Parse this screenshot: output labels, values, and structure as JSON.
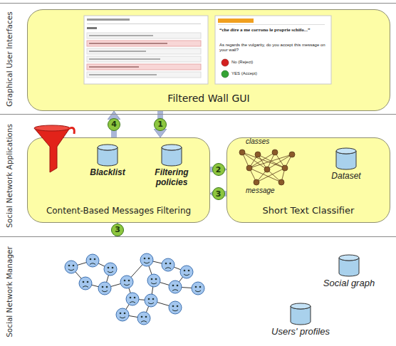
{
  "diagram": {
    "nodes": [
      {
        "text": [
          "Graphical User Interfaces"
        ]
      },
      {
        "text": [
          "Filtered Wall GUI"
        ],
        "in": 0
      },
      {
        "text": [
          "Social Network Applications"
        ]
      },
      {
        "text": [
          "Content-Based Messages Filtering"
        ],
        "in": 2
      },
      {
        "text": [
          "Blacklist"
        ],
        "in": 3
      },
      {
        "text": [
          "Filtering policies"
        ],
        "in": 3
      },
      {
        "text": [
          "Short Text Classifier"
        ],
        "in": 2
      },
      {
        "text": [
          "Dataset"
        ],
        "in": 6
      },
      {
        "text": [
          "Social Network Manager"
        ]
      },
      {
        "text": [
          "Social graph"
        ],
        "in": 8
      },
      {
        "text": [
          "Users' profiles"
        ],
        "in": 8
      }
    ],
    "edges": [
      {
        "from": 1,
        "to": 3,
        "label": "1",
        "arrow": "to"
      },
      {
        "from": 3,
        "to": 1,
        "label": "4",
        "arrow": "to"
      },
      {
        "from": 3,
        "to": 6,
        "label": "2",
        "arrow": "to"
      },
      {
        "from": 6,
        "to": 3,
        "label": "3",
        "arrow": "to"
      },
      {
        "from": 8,
        "to": 3,
        "label": "3",
        "arrow": "to"
      }
    ],
    "labels": [
      "“che dire a me corrono le proprie schifo...”",
      "As regards the vulgarity, do you accept this message on your wall?",
      "No (Reject)",
      "YES (Accept)",
      "classes",
      "message"
    ]
  }
}
